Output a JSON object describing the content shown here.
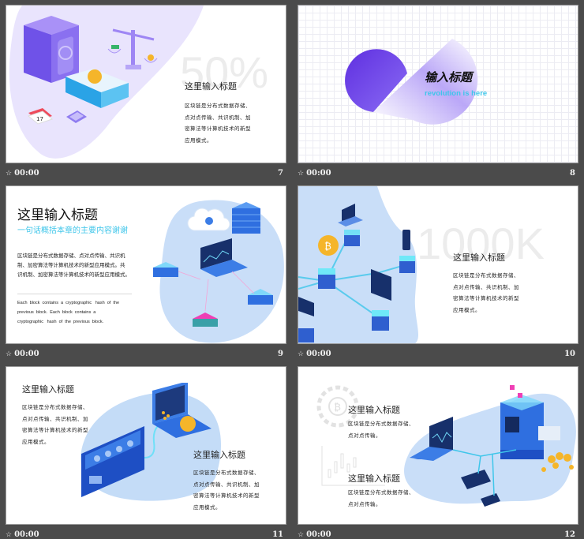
{
  "slides": [
    {
      "number": "7",
      "time": "00:00",
      "big_number": "50%",
      "title": "这里输入标题",
      "body_lines": [
        "区块链是分布式数据存储、",
        "点对点传输、共识机制、加",
        "密算法等计算机技术的新型",
        "应用模式。"
      ],
      "illustration": "safe-scale-ledger-calendar-calculator",
      "calendar_day": "17"
    },
    {
      "number": "8",
      "time": "00:00",
      "title": "输入标题",
      "subtitle": "revolution is here",
      "background": "grid"
    },
    {
      "number": "9",
      "time": "00:00",
      "title": "这里输入标题",
      "subtitle": "一句话概括本章的主要内容谢谢",
      "body_lines": [
        "区块链是分布式数据存储、点对点传输、共识机",
        "制、加密算法等计算机技术的新型应用模式。共",
        "识机制、加密算法等计算机技术的新型应用模式。"
      ],
      "english_lines": [
        "Each  block  contains  a  cryptographic   hash  of  the",
        "previous  block.  Each  block  contains  a",
        "cryptographic   hash  of  the  previous  block."
      ],
      "illustration": "cloud-laptop-server-network"
    },
    {
      "number": "10",
      "time": "00:00",
      "big_number": "1000K",
      "title": "这里输入标题",
      "body_lines": [
        "区块链是分布式数据存储、",
        "点对点传输、共识机制、加",
        "密算法等计算机技术的新型",
        "应用模式。"
      ],
      "illustration": "bitcoin-node-network"
    },
    {
      "number": "11",
      "time": "00:00",
      "blocks": [
        {
          "title": "这里输入标题",
          "body_lines": [
            "区块链是分布式数据存储、",
            "点对点传输、共识机制、加",
            "密算法等计算机技术的新型",
            "应用模式。"
          ]
        },
        {
          "title": "这里输入标题",
          "body_lines": [
            "区块链是分布式数据存储、",
            "点对点传输、共识机制、加",
            "密算法等计算机技术的新型",
            "应用模式。"
          ]
        }
      ],
      "illustration": "mining-rig-laptop"
    },
    {
      "number": "12",
      "time": "00:00",
      "blocks": [
        {
          "title": "这里输入标题",
          "body_lines": [
            "区块链是分布式数据存储、",
            "点对点传输。"
          ]
        },
        {
          "title": "这里输入标题",
          "body_lines": [
            "区块链是分布式数据存储、",
            "点对点传输。"
          ]
        }
      ],
      "illustration": "mining-machine-devices-coins"
    }
  ],
  "colors": {
    "panel_bg": "#4b4b4b",
    "purple": "#7b5cf0",
    "lavender": "#e7e2fc",
    "light_blue": "#c4dcf7",
    "blue": "#2f6fe0",
    "cyan_text": "#3fc6ea",
    "gold": "#f5b52a"
  }
}
